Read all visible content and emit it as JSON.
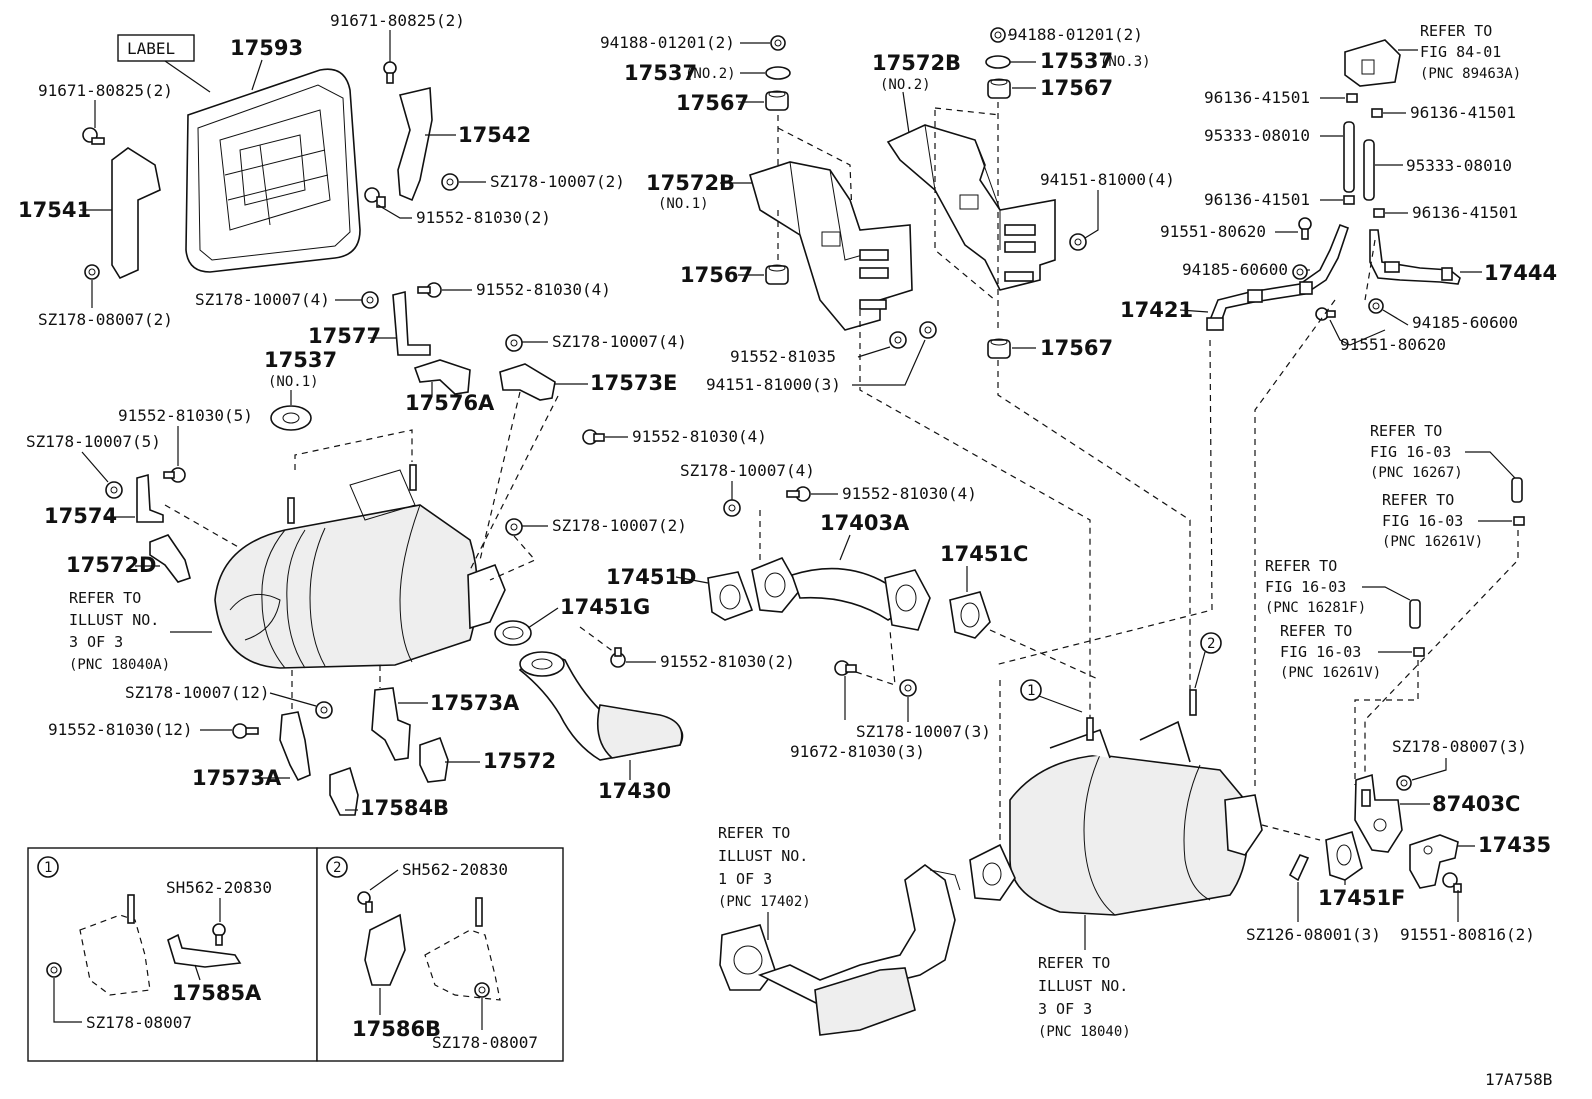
{
  "diagram_id": "17A758B",
  "callouts": {
    "label_tag": "LABEL",
    "p17593": "17593",
    "p91671_a": "91671-80825(2)",
    "p91671_b": "91671-80825(2)",
    "p17541": "17541",
    "sz178_08007_2": "SZ178-08007(2)",
    "p17542": "17542",
    "sz178_10007_2a": "SZ178-10007(2)",
    "p91552_81030_2a": "91552-81030(2)",
    "sz178_10007_4a": "SZ178-10007(4)",
    "p91552_81030_4a": "91552-81030(4)",
    "p17577": "17577",
    "p17537_no1": "17537",
    "p17537_no1_sub": "(NO.1)",
    "p17576a": "17576A",
    "sz178_10007_4b": "SZ178-10007(4)",
    "p17573e": "17573E",
    "p91552_81030_5": "91552-81030(5)",
    "sz178_10007_5": "SZ178-10007(5)",
    "p91552_81030_4b": "91552-81030(4)",
    "p17574": "17574",
    "p17572d": "17572D",
    "sz178_10007_2b": "SZ178-10007(2)",
    "p17451g": "17451G",
    "ref_18040a_1": "REFER TO",
    "ref_18040a_2": "ILLUST NO.",
    "ref_18040a_3": "3 OF 3",
    "ref_18040a_4": "(PNC 18040A)",
    "sz178_10007_12": "SZ178-10007(12)",
    "p91552_81030_12": "91552-81030(12)",
    "p17573a_a": "17573A",
    "p17573a_b": "17573A",
    "p17572": "17572",
    "p17584b": "17584B",
    "p91552_81030_2b": "91552-81030(2)",
    "p17430": "17430",
    "p94188_a": "94188-01201(2)",
    "p17537_no2": "17537",
    "p17537_no2_sub": "(NO.2)",
    "p17567_a": "17567",
    "p17572b_no1": "17572B",
    "p17572b_no1_sub": "(NO.1)",
    "p17567_b": "17567",
    "p17572b_no2": "17572B",
    "p17572b_no2_sub": "(NO.2)",
    "p94188_b": "94188-01201(2)",
    "p17537_no3": "17537",
    "p17537_no3_sub": "(NO.3)",
    "p17567_c": "17567",
    "p94151_4": "94151-81000(4)",
    "p91552_81035": "91552-81035",
    "p94151_3": "94151-81000(3)",
    "p17567_d": "17567",
    "sz178_10007_4c": "SZ178-10007(4)",
    "p91552_81030_4c": "91552-81030(4)",
    "p17403a": "17403A",
    "p17451d": "17451D",
    "p17451c": "17451C",
    "p91672_81030_3": "91672-81030(3)",
    "sz178_10007_3": "SZ178-10007(3)",
    "ref_17402_1": "REFER TO",
    "ref_17402_2": "ILLUST NO.",
    "ref_17402_3": "1 OF 3",
    "ref_17402_4": "(PNC 17402)",
    "ref_18040_1": "REFER TO",
    "ref_18040_2": "ILLUST NO.",
    "ref_18040_3": "3 OF 3",
    "ref_18040_4": "(PNC 18040)",
    "ref_89463a_1": "REFER TO",
    "ref_89463a_2": "FIG 84-01",
    "ref_89463a_3": "(PNC 89463A)",
    "p96136_a": "96136-41501",
    "p96136_b": "96136-41501",
    "p95333_a": "95333-08010",
    "p95333_b": "95333-08010",
    "p96136_c": "96136-41501",
    "p96136_d": "96136-41501",
    "p91551_80620_a": "91551-80620",
    "p94185_a": "94185-60600",
    "p17444": "17444",
    "p17421": "17421",
    "p94185_b": "94185-60600",
    "p91551_80620_b": "91551-80620",
    "ref_16267_1": "REFER TO",
    "ref_16267_2": "FIG 16-03",
    "ref_16267_3": "(PNC 16267)",
    "ref_16261v_a1": "REFER TO",
    "ref_16261v_a2": "FIG 16-03",
    "ref_16261v_a3": "(PNC 16261V)",
    "ref_16281f_1": "REFER TO",
    "ref_16281f_2": "FIG 16-03",
    "ref_16281f_3": "(PNC 16281F)",
    "ref_16261v_b1": "REFER TO",
    "ref_16261v_b2": "FIG 16-03",
    "ref_16261v_b3": "(PNC 16261V)",
    "sz178_08007_3": "SZ178-08007(3)",
    "p87403c": "87403C",
    "p17435": "17435",
    "p17451f": "17451F",
    "sz126_08001_3": "SZ126-08001(3)",
    "p91551_80816_2": "91551-80816(2)",
    "circle_1": "1",
    "circle_2": "2"
  },
  "inset1": {
    "number": "1",
    "sh562": "SH562-20830",
    "p17585a": "17585A",
    "sz178_08007": "SZ178-08007"
  },
  "inset2": {
    "number": "2",
    "sh562": "SH562-20830",
    "p17586b": "17586B",
    "sz178_08007": "SZ178-08007"
  }
}
